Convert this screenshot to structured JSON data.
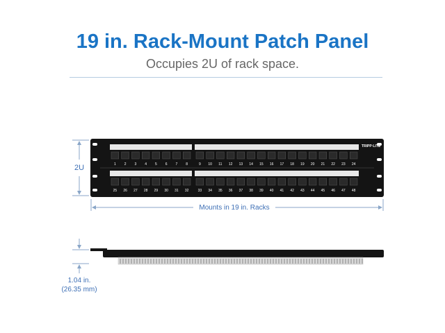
{
  "header": {
    "title": "19 in. Rack-Mount Patch Panel",
    "subtitle": "Occupies 2U of rack space."
  },
  "front_view": {
    "height_label": "2U",
    "width_label": "Mounts in 19 in. Racks",
    "brand": "TRIPP·LITE",
    "port_rows": [
      {
        "groups": [
          [
            "1",
            "2",
            "3",
            "4",
            "5",
            "6",
            "7",
            "8"
          ],
          [
            "9",
            "10",
            "11",
            "12",
            "13",
            "14",
            "15",
            "16"
          ],
          [
            "17",
            "18",
            "19",
            "20",
            "21",
            "22",
            "23",
            "24"
          ]
        ]
      },
      {
        "groups": [
          [
            "25",
            "26",
            "27",
            "28",
            "29",
            "30",
            "31",
            "32"
          ],
          [
            "33",
            "34",
            "35",
            "36",
            "37",
            "38",
            "39",
            "40"
          ],
          [
            "41",
            "42",
            "43",
            "44",
            "45",
            "46",
            "47",
            "48"
          ]
        ]
      }
    ]
  },
  "side_view": {
    "depth_label_line1": "1.04 in.",
    "depth_label_line2": "(26.35 mm)"
  },
  "colors": {
    "title": "#1a74c5",
    "subtitle": "#666666",
    "dimension": "#3d6fb5",
    "panel": "#111111",
    "label_strip": "#e8e8e8"
  }
}
